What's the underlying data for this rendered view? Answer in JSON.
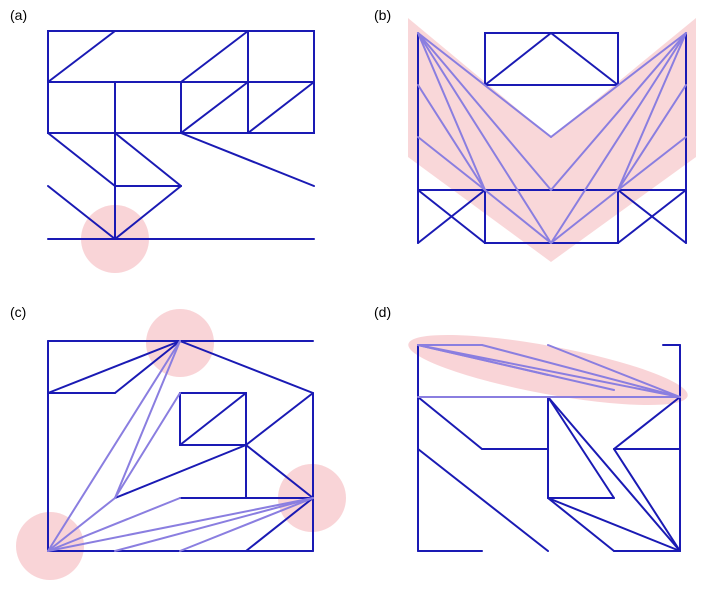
{
  "figure": {
    "colors": {
      "edge": "#1a1ab4",
      "highlight_edge": "#8a7ee0",
      "highlight_fill": "#f7c6c9"
    },
    "panels": [
      {
        "id": "a",
        "label": "(a)"
      },
      {
        "id": "b",
        "label": "(b)"
      },
      {
        "id": "c",
        "label": "(c)"
      },
      {
        "id": "d",
        "label": "(d)"
      }
    ]
  }
}
